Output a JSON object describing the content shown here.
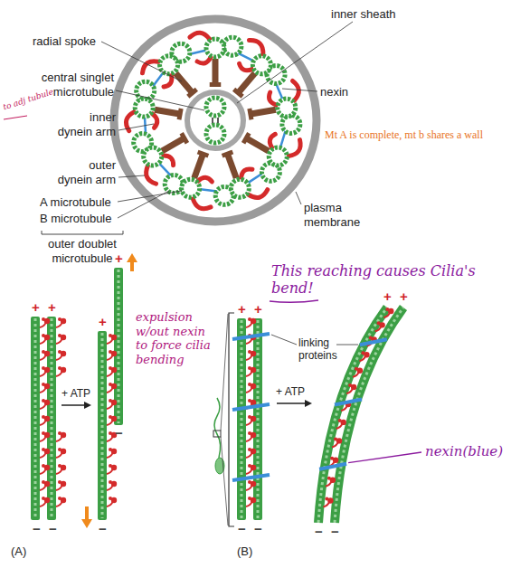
{
  "diagram": {
    "labels": [
      "inner sheath",
      "radial spoke",
      "central singlet microtubule",
      "nexin",
      "inner dynein arm",
      "to adj tubule",
      "outer dynein arm",
      "Mt A is complete, mt b shares a wall",
      "A microtubule",
      "B microtubule",
      "plasma membrane",
      "outer doublet microtubule",
      "This reaching causes Cilia's bend!",
      "expulsion w/out nexin to force cilia bending",
      "linking proteins",
      "+ ATP",
      "+ ATP",
      "nexin(blue)",
      "(A)",
      "(B)",
      "+",
      "+",
      "−",
      "−",
      "+",
      "+",
      "−",
      "−",
      "+",
      "+",
      "−",
      "−",
      "+",
      "+",
      "−",
      "−"
    ]
  }
}
